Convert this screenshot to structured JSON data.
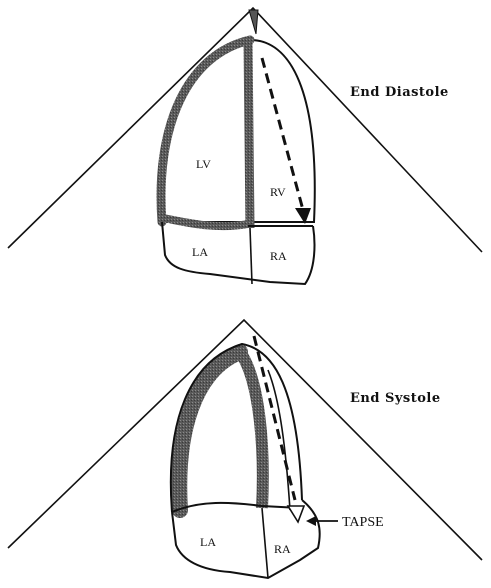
{
  "diagram": {
    "top_panel": {
      "phase_label": "End Diastole",
      "chambers": {
        "lv": "LV",
        "rv": "RV",
        "la": "LA",
        "ra": "RA"
      }
    },
    "bottom_panel": {
      "phase_label": "End Systole",
      "chambers": {
        "la": "LA",
        "ra": "RA"
      },
      "measurement_label": "TAPSE"
    },
    "colors": {
      "line": "#111111",
      "wall": "#555555",
      "background": "#ffffff"
    }
  }
}
